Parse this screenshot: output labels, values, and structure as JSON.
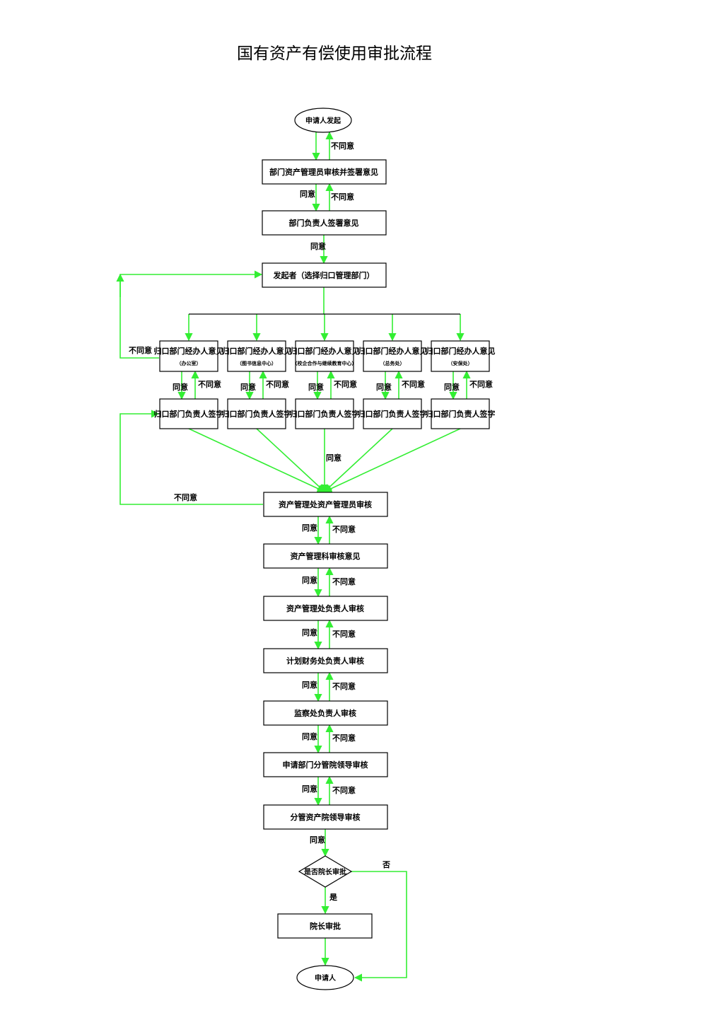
{
  "title": "国有资产有偿使用审批流程",
  "nodes": {
    "start": "申请人发起",
    "n1": "部门资产管理员审核并签署意见",
    "n2": "部门负责人签署意见",
    "n3": "发起者（选择归口管理部门）",
    "handler_label": "归口部门经办人意见",
    "handler_depts": [
      "（办公室）",
      "（图书信息中心）",
      "（校企合作与继续教育中心）",
      "（总务处）",
      "（安保处）"
    ],
    "head_label": "归口部门负责人签字",
    "n6": "资产管理处资产管理员审核",
    "n7": "资产管理科审核意见",
    "n8": "资产管理处负责人审核",
    "n9": "计划财务处负责人审核",
    "n10": "监察处负责人审核",
    "n11": "申请部门分管院领导审核",
    "n12": "分管资产院领导审核",
    "decision": "是否院长审批",
    "n13": "院长审批",
    "end": "申请人"
  },
  "edge_labels": {
    "agree": "同意",
    "disagree": "不同意",
    "yes": "是",
    "no": "否"
  },
  "colors": {
    "connector": "#33ee33",
    "box_border": "#000000"
  }
}
